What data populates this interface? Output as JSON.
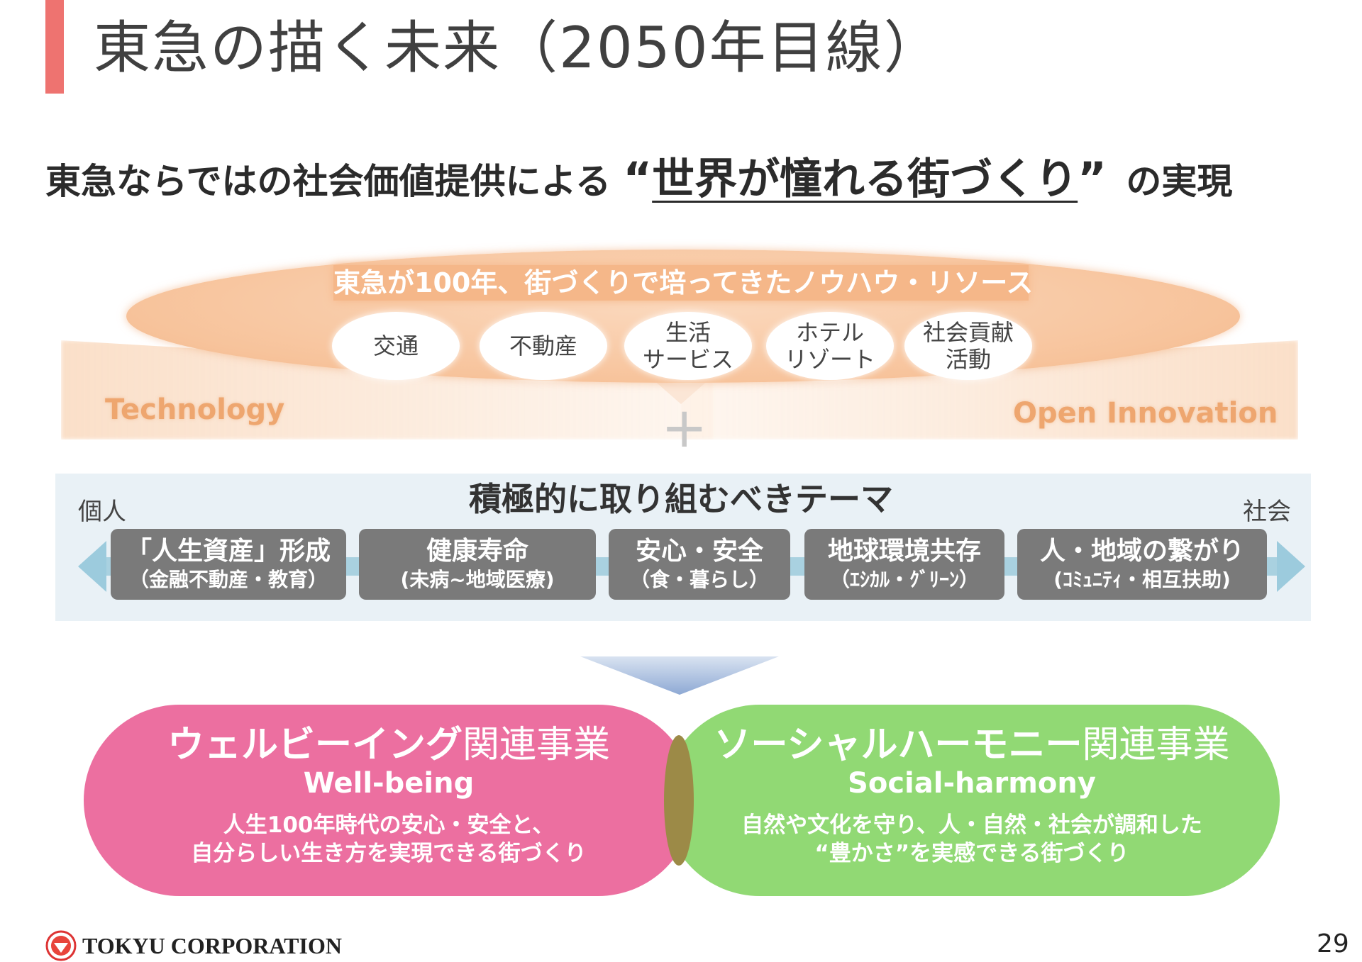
{
  "title": "東急の描く未来（2050年目線）",
  "subtitle": {
    "lead": "東急ならではの社会価値提供による",
    "open_quote": "“",
    "highlight": "世界が憧れる街づくり",
    "close_quote": "”",
    "tail": "の実現"
  },
  "knowhow": {
    "label": "東急が100年、街づくりで培ってきたノウハウ・リソース",
    "items": [
      "交通",
      "不動産",
      "生活\nサービス",
      "ホテル\nリゾート",
      "社会貢献\n活動"
    ]
  },
  "technology_label": "Technology",
  "open_innovation_label": "Open Innovation",
  "plus_symbol": "+",
  "themes": {
    "title": "積極的に取り組むべきテーマ",
    "left_label": "個人",
    "right_label": "社会",
    "items": [
      {
        "main": "「人生資産」形成",
        "sub": "（金融不動産・教育）"
      },
      {
        "main": "健康寿命",
        "sub": "(未病~地域医療)"
      },
      {
        "main": "安心・安全",
        "sub": "（食・暮らし）"
      },
      {
        "main": "地球環境共存",
        "sub": "（ｴｼｶﾙ・ｸﾞﾘｰﾝ）"
      },
      {
        "main": "人・地域の繋がり",
        "sub": "(ｺﾐｭﾆﾃｨ・相互扶助)"
      }
    ]
  },
  "wellbeing": {
    "title_kata": "ウェルビーイング",
    "title_rest": "関連事業",
    "english": "Well-being",
    "desc": "人生100年時代の安心・安全と、\n自分らしい生き方を実現できる街づくり"
  },
  "social_harmony": {
    "title_kata": "ソーシャルハーモニー",
    "title_rest": "関連事業",
    "english": "Social-harmony",
    "desc": "自然や文化を守り、人・自然・社会が調和した\n“豊かさ”を実感できる街づくり"
  },
  "footer": {
    "company": "TOKYU CORPORATION",
    "page_number": "29"
  },
  "colors": {
    "title_accent": "#ee7370",
    "knowhow_orange": "#f5b789",
    "theme_box_gray": "#7a7a7a",
    "wellbeing_pink": "#ec6fa0",
    "social_green": "#8cd76e"
  }
}
